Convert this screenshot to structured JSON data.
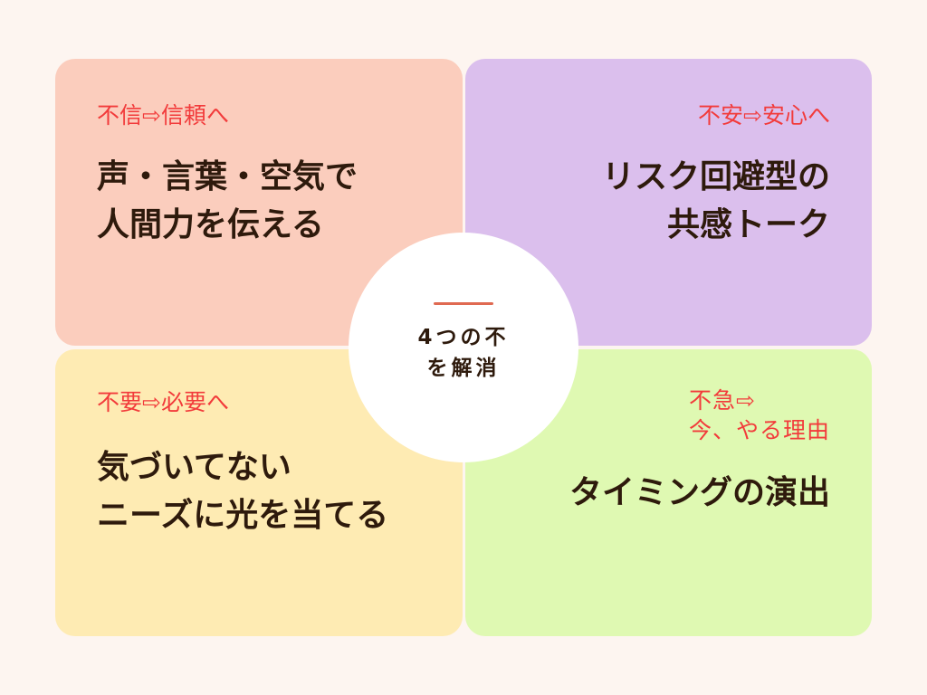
{
  "center": {
    "line1": "4つの不",
    "line2": "を解消",
    "accent_color": "#e06a52"
  },
  "quadrants": [
    {
      "position": "top-left",
      "color": "#fbcdbd",
      "subtitle_lines": [
        "不信⇨信頼へ"
      ],
      "title_lines": [
        "声・言葉・空気で",
        "人間力を伝える"
      ]
    },
    {
      "position": "top-right",
      "color": "#dbbfed",
      "subtitle_lines": [
        "不安⇨安心へ"
      ],
      "title_lines": [
        "リスク回避型の",
        "共感トーク"
      ]
    },
    {
      "position": "bottom-left",
      "color": "#feebb3",
      "subtitle_lines": [
        "不要⇨必要へ"
      ],
      "title_lines": [
        "気づいてない",
        "ニーズに光を当てる"
      ]
    },
    {
      "position": "bottom-right",
      "color": "#dff9b2",
      "subtitle_lines": [
        "不急⇨",
        "今、やる理由"
      ],
      "title_lines": [
        "タイミングの演出"
      ]
    }
  ],
  "colors": {
    "background": "#fdf5f0",
    "subtitle": "#f23b3b",
    "title": "#2e1a0c"
  }
}
